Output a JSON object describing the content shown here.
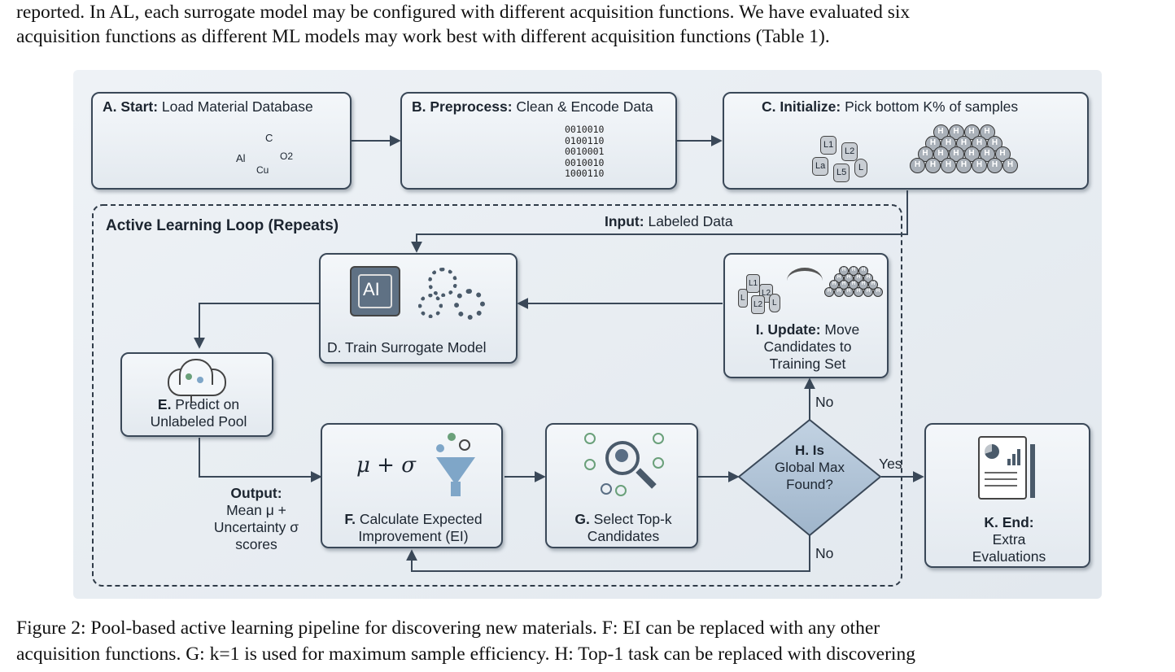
{
  "paragraph": {
    "line1": "reported. In AL, each surrogate model may be configured with different acquisition functions. We have evaluated six",
    "line2": "acquisition functions as different ML models may work best with different acquisition functions (Table 1)."
  },
  "diagram": {
    "loop_title": "Active Learning Loop (Repeats)",
    "nodes": {
      "a": {
        "bold": "A. Start:",
        "text": " Load Material Database",
        "icon_labels": [
          "C",
          "Al",
          "O2",
          "Cu"
        ]
      },
      "b": {
        "bold": "B. Preprocess:",
        "text": " Clean & Encode Data",
        "binary": [
          "0010010",
          "0100110",
          "0010001",
          "0010010",
          "1000110"
        ]
      },
      "c": {
        "bold": "C. Initialize:",
        "text": " Pick bottom K% of samples",
        "low_labels": [
          "L1",
          "L2",
          "La",
          "L5",
          "L"
        ],
        "high_label": "H"
      },
      "d": {
        "text": "D. Train Surrogate Model",
        "chip_label": "AI"
      },
      "e": {
        "bold": "E.",
        "line1": " Predict on",
        "line2": "Unlabeled Pool"
      },
      "f": {
        "bold": "F.",
        "line1": " Calculate Expected",
        "line2": "Improvement (EI)",
        "formula": "μ + σ"
      },
      "g": {
        "bold": "G.",
        "line1": " Select Top-k",
        "line2": "Candidates"
      },
      "h": {
        "line1": "H. Is",
        "line2": "Global Max",
        "line3": "Found?"
      },
      "i": {
        "bold": "I. Update:",
        "line1": " Move",
        "line2": "Candidates to",
        "line3": "Training Set",
        "icon_labels": [
          "L1",
          "L2",
          "L",
          "L2",
          "L"
        ]
      },
      "k": {
        "line1": "K. End:",
        "line2": "Extra",
        "line3": "Evaluations"
      }
    },
    "edge_labels": {
      "input_bold": "Input:",
      "input_text": " Labeled Data",
      "output_title": "Output:",
      "output_line1": "Mean μ +",
      "output_line2": "Uncertainty σ",
      "output_line3": "scores",
      "yes": "Yes",
      "no_up": "No",
      "no_down": "No"
    }
  },
  "caption": {
    "line1": "Figure 2: Pool-based active learning pipeline for discovering new materials. F: EI can be replaced with any other",
    "line2": "acquisition functions. G: k=1 is used for maximum sample efficiency. H: Top-1 task can be replaced with discovering"
  },
  "colors": {
    "box_border": "#3a4858",
    "box_fill": "#e8edf2",
    "figure_bg": "#e9eef3",
    "diamond_fill": "#a9bdd2",
    "icon_dark": "#4a5a6a",
    "icon_green": "#6aa07a"
  }
}
